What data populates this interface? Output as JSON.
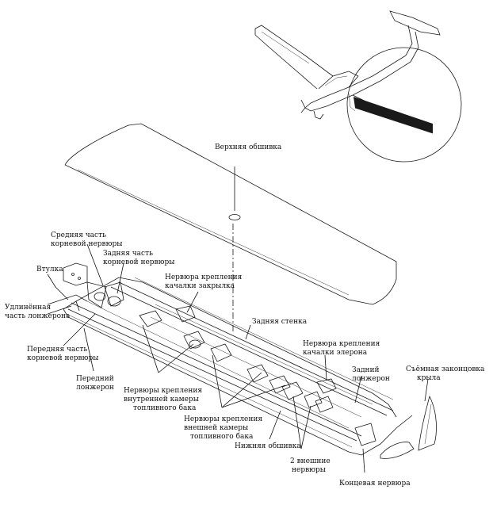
{
  "labels": {
    "upper_skin": "Верхняя обшивка",
    "root_rib_middle_1": "Средняя часть",
    "root_rib_middle_2": "корневой нервюры",
    "root_rib_rear_1": "Задняя часть",
    "root_rib_rear_2": "корневой нервюры",
    "bushing": "Втулка",
    "flap_rib_1": "Нервюра крепления",
    "flap_rib_2": "качалки закрылка",
    "spar_ext_1": "Удлинённая",
    "spar_ext_2": "часть лонжерона",
    "rear_wall": "Задняя стенка",
    "aileron_rib_1": "Нервюра крепления",
    "aileron_rib_2": "качалки элерона",
    "root_rib_front_1": "Передняя часть",
    "root_rib_front_2": "корневой нервюры",
    "rear_spar_1": "Задний",
    "rear_spar_2": "лонжерон",
    "wingtip_1": "Съёмная законцовка",
    "wingtip_2": "крыла",
    "front_spar_1": "Передний",
    "front_spar_2": "лонжерон",
    "inner_tank_1": "Нервюры крепления",
    "inner_tank_2": "внутренней камеры",
    "inner_tank_3": "топливного бака",
    "outer_tank_1": "Нервюры крепления",
    "outer_tank_2": "внешней камеры",
    "outer_tank_3": "топливного бака",
    "lower_skin": "Нижняя обшивка",
    "two_outer_ribs_1": "2 внешние",
    "two_outer_ribs_2": "нервюры",
    "end_rib": "Концевая нервюра"
  }
}
